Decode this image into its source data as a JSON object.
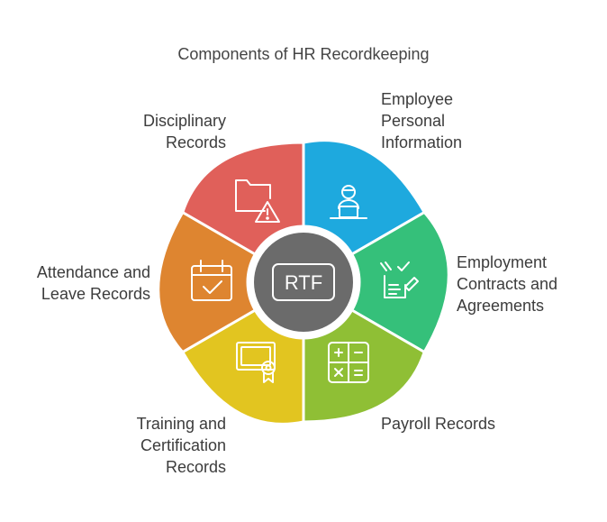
{
  "title": "Components of HR Recordkeeping",
  "center": {
    "label": "RTF",
    "color": "#6b6b6b"
  },
  "segments": [
    {
      "id": "personal",
      "lines": [
        "Employee",
        "Personal",
        "Information"
      ],
      "color": "#1ea9de",
      "icon": "person-laptop-icon"
    },
    {
      "id": "contracts",
      "lines": [
        "Employment",
        "Contracts and",
        "Agreements"
      ],
      "color": "#35c07a",
      "icon": "signed-contract-icon"
    },
    {
      "id": "payroll",
      "lines": [
        "Payroll Records"
      ],
      "color": "#8fbf35",
      "icon": "calculator-icon"
    },
    {
      "id": "training",
      "lines": [
        "Training and",
        "Certification",
        "Records"
      ],
      "color": "#e2c520",
      "icon": "certificate-icon"
    },
    {
      "id": "attendance",
      "lines": [
        "Attendance and",
        "Leave Records"
      ],
      "color": "#de8530",
      "icon": "calendar-check-icon"
    },
    {
      "id": "disciplinary",
      "lines": [
        "Disciplinary",
        "Records"
      ],
      "color": "#e0605a",
      "icon": "folder-warning-icon"
    }
  ]
}
